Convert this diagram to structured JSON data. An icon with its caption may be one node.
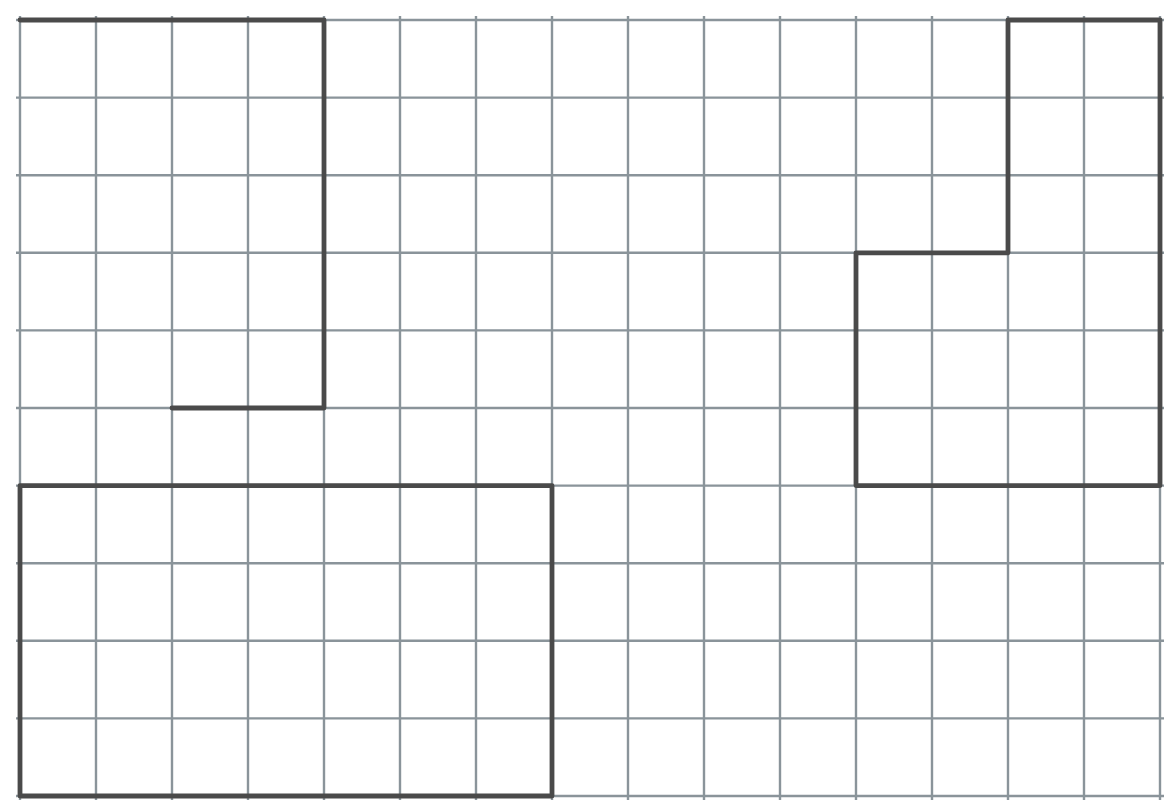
{
  "diagram": {
    "nodes": [
      {
        "text": [],
        "shape": "polygon"
      },
      {
        "text": [],
        "shape": "polygon"
      },
      {
        "text": [],
        "shape": "box"
      }
    ]
  }
}
